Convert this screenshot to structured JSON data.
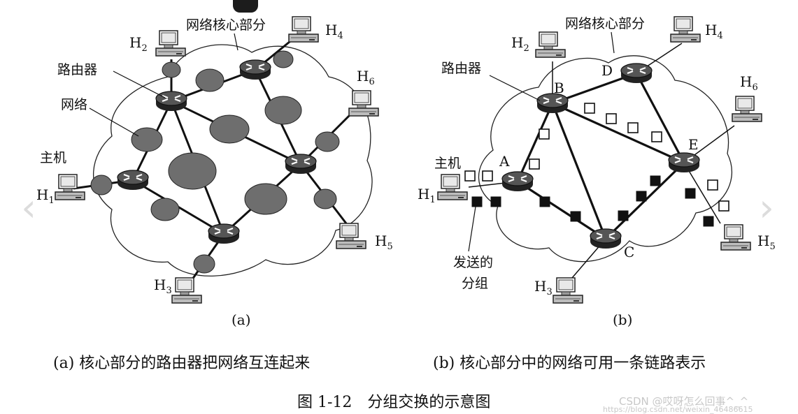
{
  "panel_a": {
    "core_label": "网络核心部分",
    "router_label": "路由器",
    "network_label": "网络",
    "host_label": "主机",
    "hosts": [
      {
        "main": "H",
        "sub": "1"
      },
      {
        "main": "H",
        "sub": "2"
      },
      {
        "main": "H",
        "sub": "3"
      },
      {
        "main": "H",
        "sub": "4"
      },
      {
        "main": "H",
        "sub": "5"
      },
      {
        "main": "H",
        "sub": "6"
      }
    ],
    "tag": "(a)",
    "caption": "(a) 核心部分的路由器把网络互连起来"
  },
  "panel_b": {
    "core_label": "网络核心部分",
    "router_label": "路由器",
    "host_label": "主机",
    "send_label_line1": "发送的",
    "send_label_line2": "分组",
    "nodes": [
      "A",
      "B",
      "C",
      "D",
      "E"
    ],
    "hosts": [
      {
        "main": "H",
        "sub": "1"
      },
      {
        "main": "H",
        "sub": "2"
      },
      {
        "main": "H",
        "sub": "3"
      },
      {
        "main": "H",
        "sub": "4"
      },
      {
        "main": "H",
        "sub": "5"
      },
      {
        "main": "H",
        "sub": "6"
      }
    ],
    "tag": "(b)",
    "caption": "(b) 核心部分中的网络可用一条链路表示"
  },
  "figure_title": "图 1-12　分组交换的示意图",
  "watermark": "CSDN @哎呀怎么回事^_^",
  "watermark_url": "https://blog.csdn.net/weixin_46486615",
  "icons": {
    "prev": "chevron-left-icon",
    "next": "chevron-right-icon"
  },
  "colors": {
    "network_fill": "#6e6e6e",
    "router_fill": "#3a3a3a",
    "packet": "#111111"
  }
}
